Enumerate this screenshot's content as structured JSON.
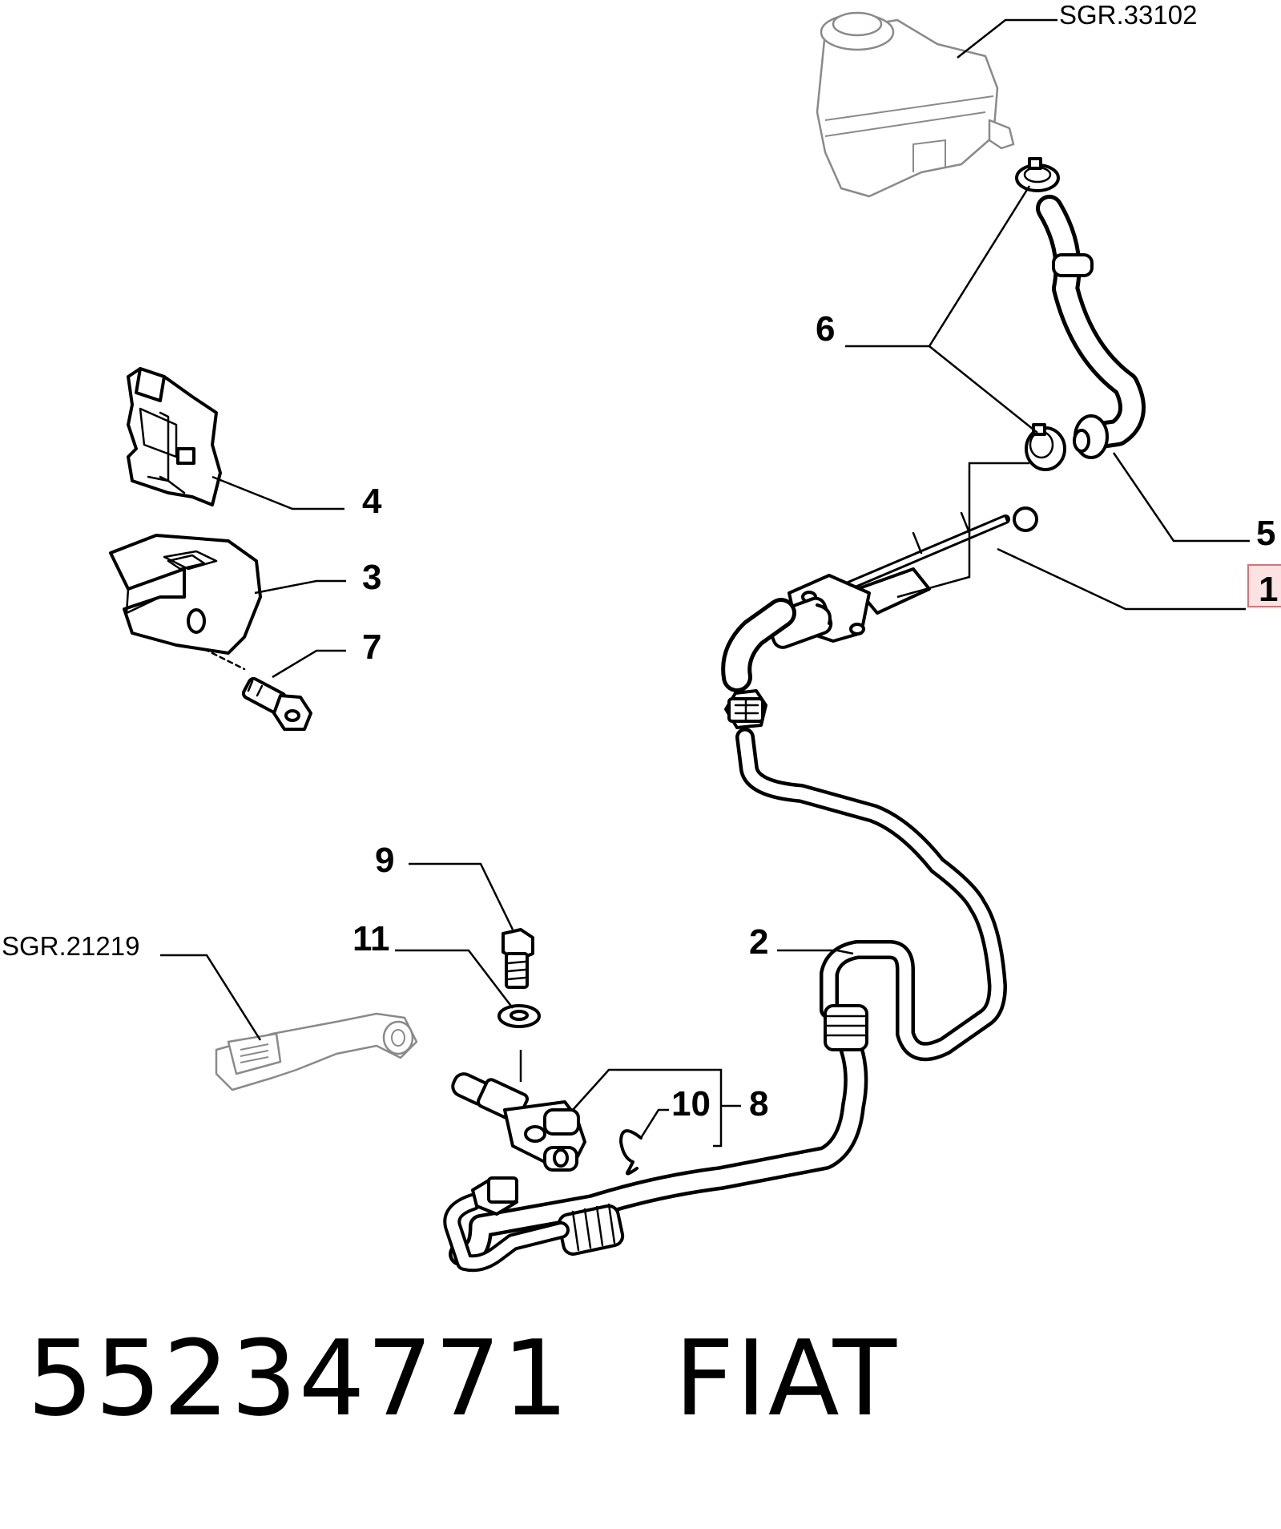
{
  "references": {
    "reservoir": "SGR.33102",
    "lever": "SGR.21219"
  },
  "callouts": {
    "c1": "1",
    "c2": "2",
    "c3": "3",
    "c4": "4",
    "c5": "5",
    "c6": "6",
    "c7": "7",
    "c8": "8",
    "c9": "9",
    "c10": "10",
    "c11": "11"
  },
  "highlight": {
    "callout": "1",
    "color": "#e07070",
    "fill": "#fbe3e3"
  },
  "footer": {
    "part_number": "55234771",
    "brand": "FIAT"
  }
}
